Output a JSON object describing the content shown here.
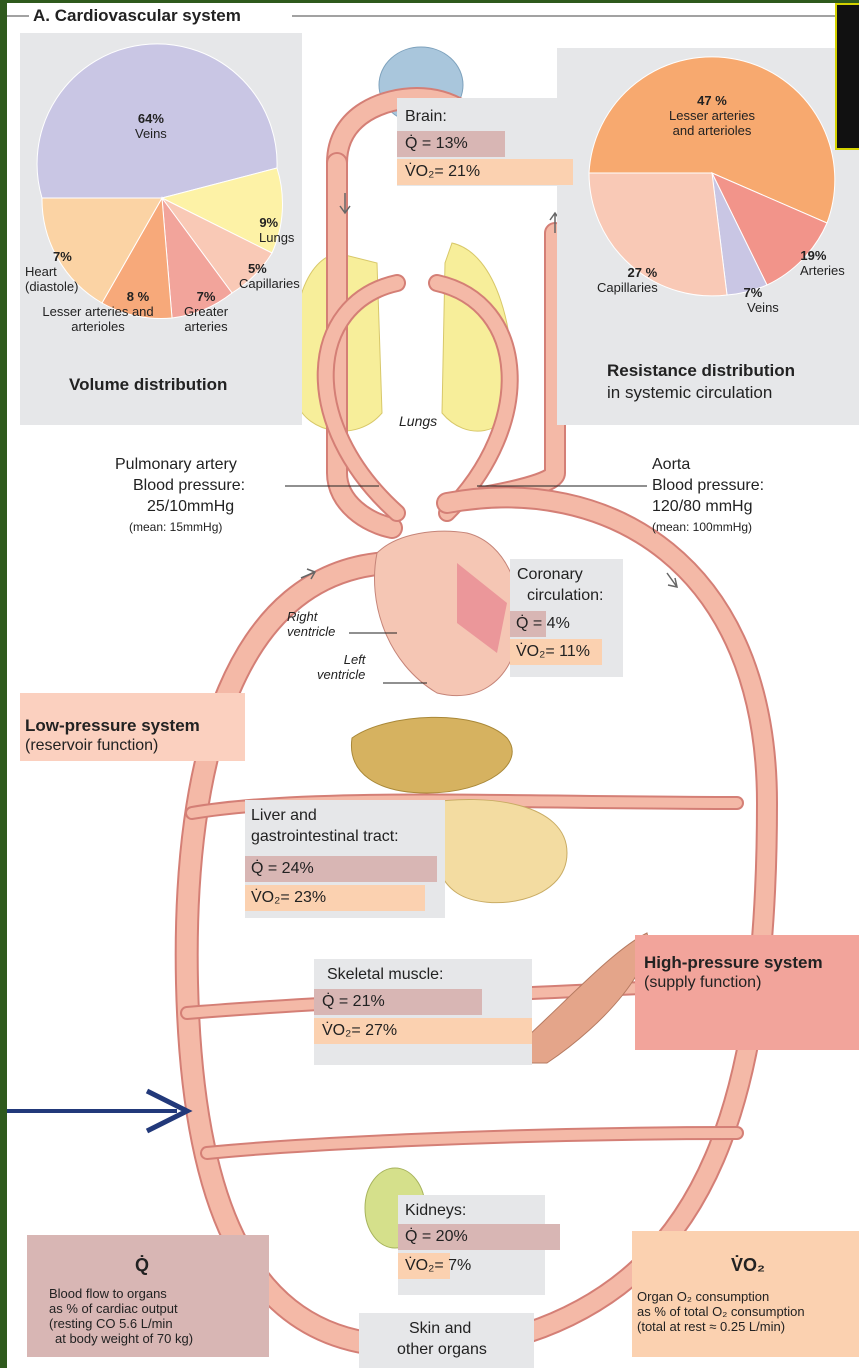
{
  "title": "A. Cardiovascular system",
  "volume_pie": {
    "title": "Volume distribution",
    "slices": [
      {
        "pct": "64%",
        "label": "Veins",
        "color": "#c9c6e4"
      },
      {
        "pct": "9%",
        "label": "Lungs",
        "color": "#fdf2a6"
      },
      {
        "pct": "5%",
        "label": "Capillaries",
        "color": "#f9c9b6"
      },
      {
        "pct": "7%",
        "label": "Greater arteries",
        "color": "#f2a49b"
      },
      {
        "pct": "8 %",
        "label": "Lesser arteries and arterioles",
        "color": "#f7a97a"
      },
      {
        "pct": "7%",
        "label": "Heart (diastole)",
        "color": "#fbd3a4"
      }
    ]
  },
  "resistance_pie": {
    "title": "Resistance distribution",
    "subtitle": "in systemic circulation",
    "slices": [
      {
        "pct": "47 %",
        "label": "Lesser arteries and arterioles",
        "color": "#f7a96f"
      },
      {
        "pct": "19%",
        "label": "Arteries",
        "color": "#f2948a"
      },
      {
        "pct": "7%",
        "label": "Veins",
        "color": "#c9c6e4"
      },
      {
        "pct": "27 %",
        "label": "Capillaries",
        "color": "#f9c9b6"
      }
    ]
  },
  "organs": {
    "brain": {
      "name": "Brain:",
      "q": "Q̇ = 13%",
      "vo2": "V̇O₂= 21%"
    },
    "coronary": {
      "name1": "Coronary",
      "name2": "circulation:",
      "q": "Q̇ =  4%",
      "vo2": "V̇O₂= 11%"
    },
    "liver": {
      "name1": "Liver and",
      "name2": "gastrointestinal tract:",
      "q": "Q̇ = 24%",
      "vo2": "V̇O₂= 23%"
    },
    "muscle": {
      "name": "Skeletal muscle:",
      "q": "Q̇ = 21%",
      "vo2": "V̇O₂= 27%"
    },
    "kidneys": {
      "name": "Kidneys:",
      "q": "Q̇ = 20%",
      "vo2": "V̇O₂=   7%"
    },
    "skin": {
      "name1": "Skin and",
      "name2": "other organs"
    }
  },
  "lungs_label": "Lungs",
  "pulmonary": {
    "l1": "Pulmonary artery",
    "l2": "Blood pressure:",
    "l3": "25/10mmHg",
    "l4": "(mean: 15mmHg)"
  },
  "aorta": {
    "l1": "Aorta",
    "l2": "Blood pressure:",
    "l3": "120/80 mmHg",
    "l4": "(mean: 100mmHg)"
  },
  "ventricles": {
    "right1": "Right",
    "right2": "ventricle",
    "left1": "Left",
    "left2": "ventricle"
  },
  "low_pressure": {
    "title": "Low-pressure system",
    "sub": "(reservoir function)"
  },
  "high_pressure": {
    "title": "High-pressure system",
    "sub": "(supply function)"
  },
  "q_legend": {
    "symbol": "Q̇",
    "l1": "Blood flow to organs",
    "l2": "as % of cardiac output",
    "l3": "(resting CO  5.6 L/min",
    "l4": "at body weight of 70 kg)"
  },
  "vo2_legend": {
    "symbol": "V̇O₂",
    "l1": "Organ O₂ consumption",
    "l2": "as % of total O₂ consumption",
    "l3": "(total at rest ≈ 0.25 L/min)"
  },
  "colors": {
    "vessel": "#f4b9a7",
    "vessel_edge": "#d47f76",
    "arrow": "#22397a",
    "background_frame": "#2f5a1d"
  }
}
